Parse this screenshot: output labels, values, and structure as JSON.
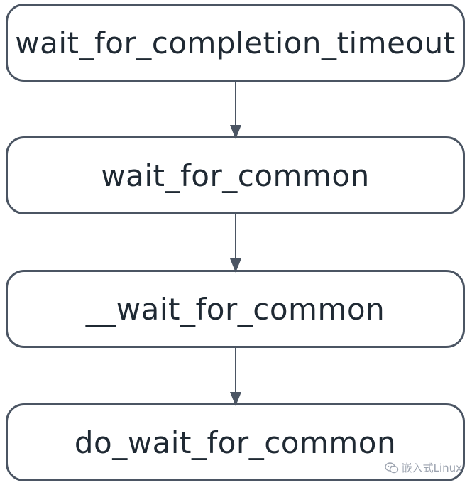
{
  "nodes": [
    {
      "label": "wait_for_completion_timeout"
    },
    {
      "label": "wait_for_common"
    },
    {
      "label": "__wait_for_common"
    },
    {
      "label": "do_wait_for_common"
    }
  ],
  "watermark": {
    "text": "嵌入式Linux",
    "icon": "wechat-icon"
  },
  "colors": {
    "border": "#4b5563",
    "text": "#1f2933",
    "arrow": "#4b5563"
  }
}
